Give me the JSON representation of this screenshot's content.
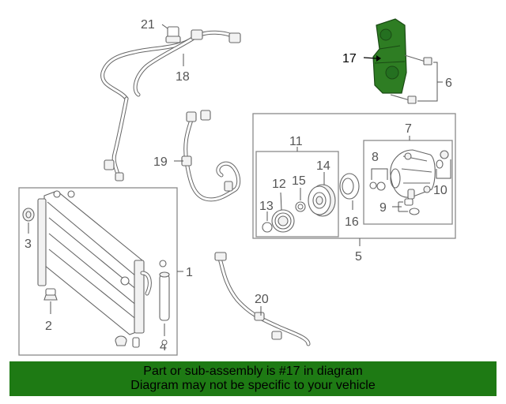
{
  "labels": {
    "p1": "1",
    "p2": "2",
    "p3": "3",
    "p4": "4",
    "p5": "5",
    "p6": "6",
    "p7": "7",
    "p8": "8",
    "p9": "9",
    "p10": "10",
    "p11": "11",
    "p12": "12",
    "p13": "13",
    "p14": "14",
    "p15": "15",
    "p16": "16",
    "p17": "17",
    "p18": "18",
    "p19": "19",
    "p20": "20",
    "p21": "21"
  },
  "highlight": {
    "part": "17",
    "fill_color": "#2e7d23"
  },
  "banner": {
    "background": "#1e7a14",
    "line1": "Part or sub-assembly is #17 in diagram",
    "line2": "Diagram may not be specific to your vehicle"
  }
}
